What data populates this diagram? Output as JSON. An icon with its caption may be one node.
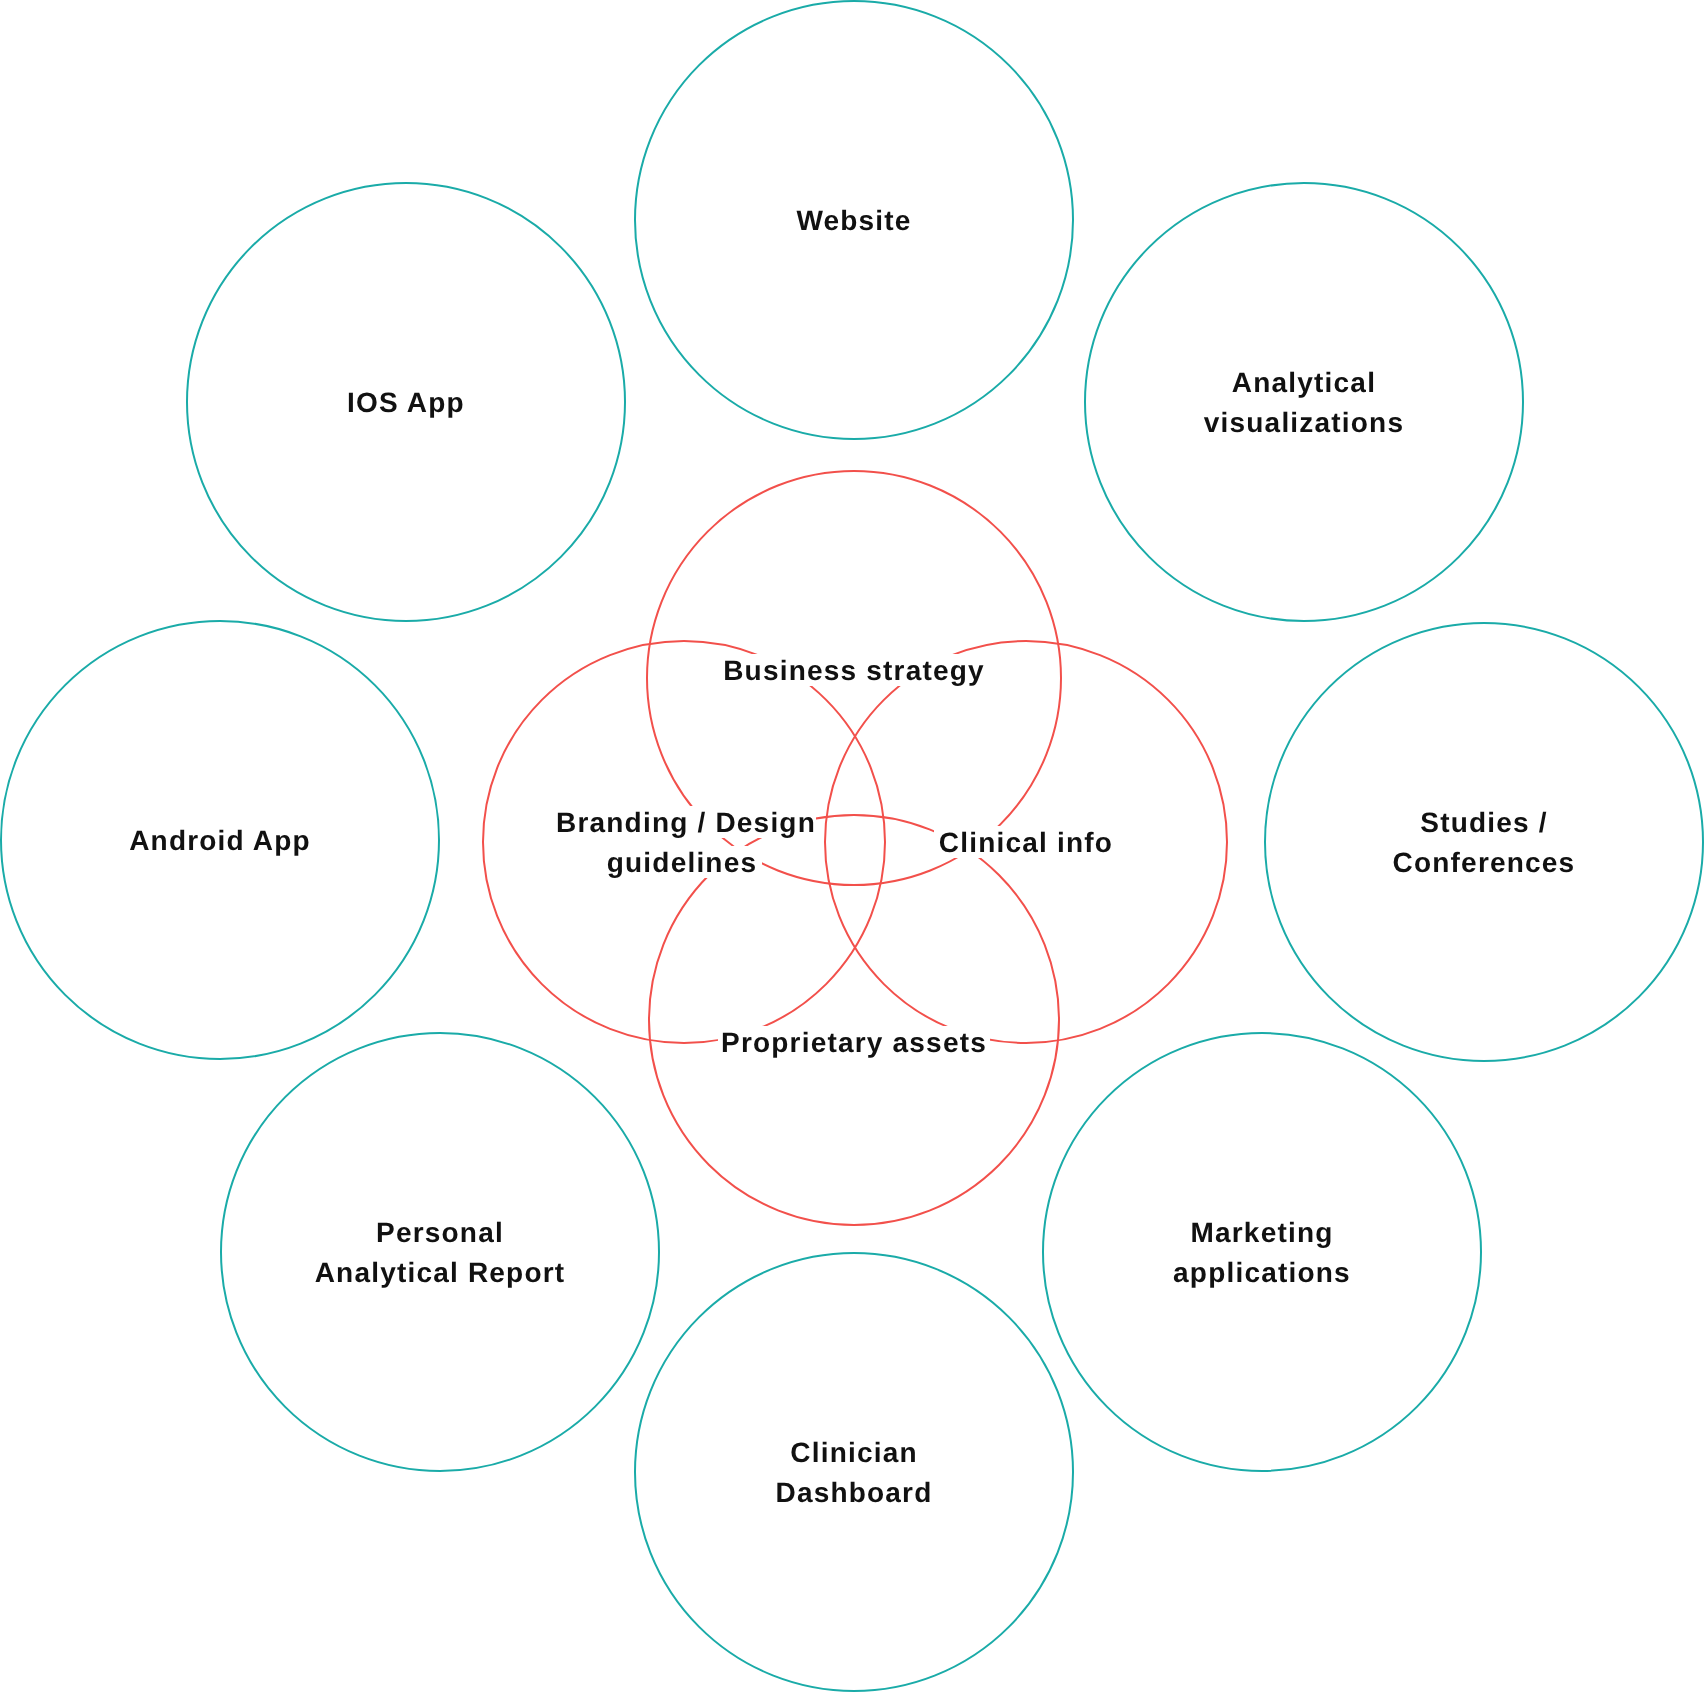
{
  "diagram": {
    "nodes": [
      {
        "text": [
          "Website"
        ]
      },
      {
        "text": [
          "IOS App"
        ]
      },
      {
        "text": [
          "Analytical visualizations"
        ]
      },
      {
        "text": [
          "Business strategy"
        ]
      },
      {
        "text": [
          "Android App"
        ]
      },
      {
        "text": [
          "Branding / Design guidelines"
        ]
      },
      {
        "text": [
          "Clinical info"
        ]
      },
      {
        "text": [
          "Studies / Conferences"
        ]
      },
      {
        "text": [
          "Proprietary assets"
        ]
      },
      {
        "text": [
          "Personal Analytical Report"
        ]
      },
      {
        "text": [
          "Marketing applications"
        ]
      },
      {
        "text": [
          "Clinician Dashboard"
        ]
      }
    ]
  }
}
